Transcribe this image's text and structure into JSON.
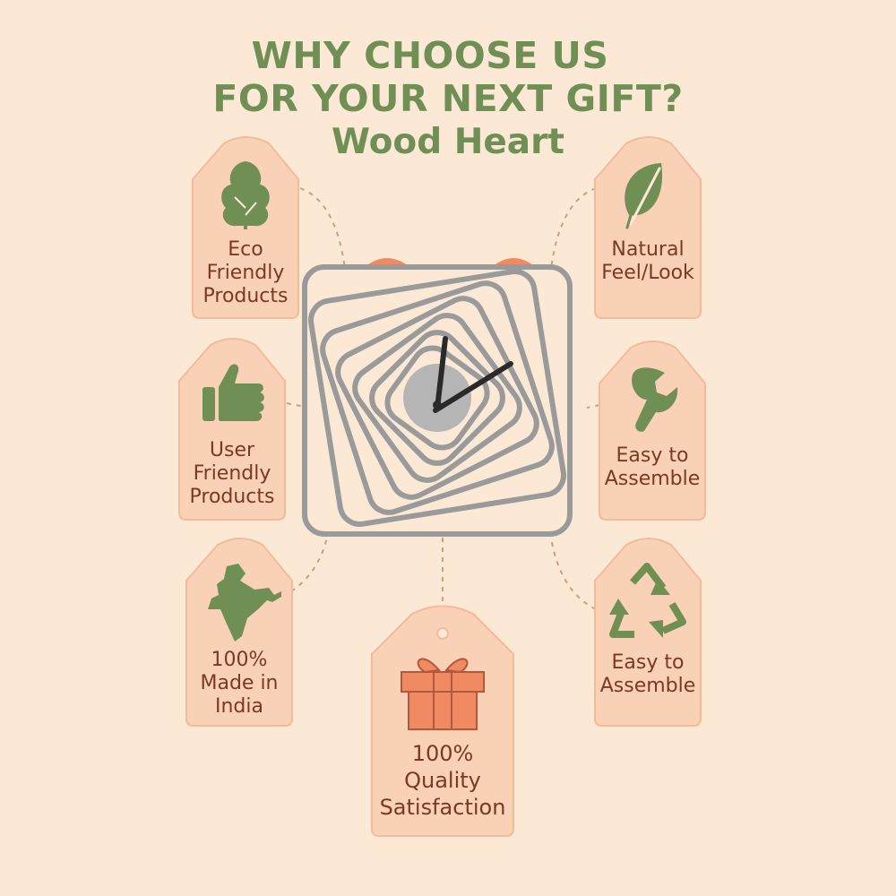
{
  "header": {
    "line1": "WHY CHOOSE US",
    "line2": "FOR YOUR NEXT GIFT?",
    "brand": "Wood Heart"
  },
  "colors": {
    "background": "#fbe9d6",
    "tag_fill": "#f9d1b6",
    "icon_green": "#6f8f55",
    "text_brown": "#7a3a22",
    "gift_orange": "#f08a63",
    "clock_grey": "#9a9a9a"
  },
  "tags": [
    {
      "icon": "tree-icon",
      "label": "Eco\nFriendly\nProducts"
    },
    {
      "icon": "leaf-icon",
      "label": "Natural\nFeel/Look"
    },
    {
      "icon": "thumbs-up-icon",
      "label": "User\nFriendly\nProducts"
    },
    {
      "icon": "wrench-icon",
      "label": "Easy to\nAssemble"
    },
    {
      "icon": "india-map-icon",
      "label": "100%\nMade in\nIndia"
    },
    {
      "icon": "recycle-icon",
      "label": "Easy to\nAssemble"
    },
    {
      "icon": "gift-icon",
      "label": "100%\nQuality\nSatisfaction"
    }
  ],
  "product": {
    "icon": "spiral-square-clock"
  }
}
